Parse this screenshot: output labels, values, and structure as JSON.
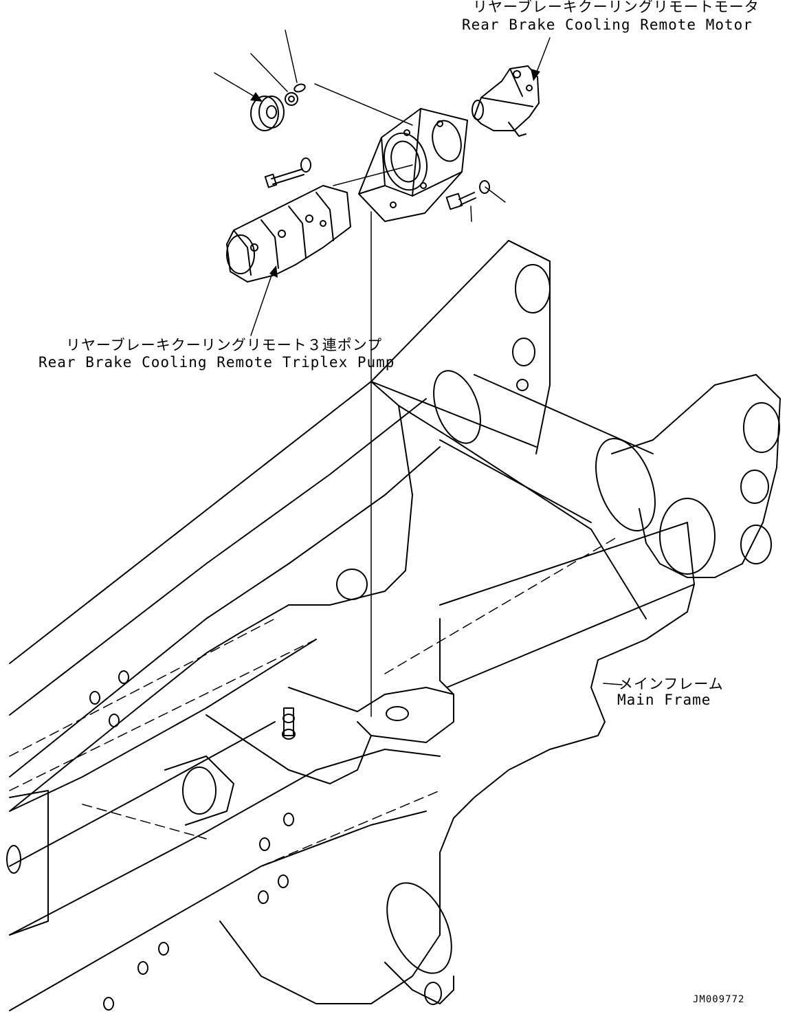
{
  "callouts": {
    "motor": {
      "label_jp": "リヤーブレーキクーリングリモートモータ",
      "label_en": "Rear Brake Cooling Remote Motor"
    },
    "pump": {
      "label_jp": "リヤーブレーキクーリングリモート３連ポンプ",
      "label_en": "Rear Brake Cooling Remote Triplex Pump"
    },
    "frame": {
      "label_jp": "メインフレーム",
      "label_en": "Main Frame"
    }
  },
  "drawing_number": "JM009772",
  "colors": {
    "ink": "#000000",
    "paper": "#ffffff"
  }
}
